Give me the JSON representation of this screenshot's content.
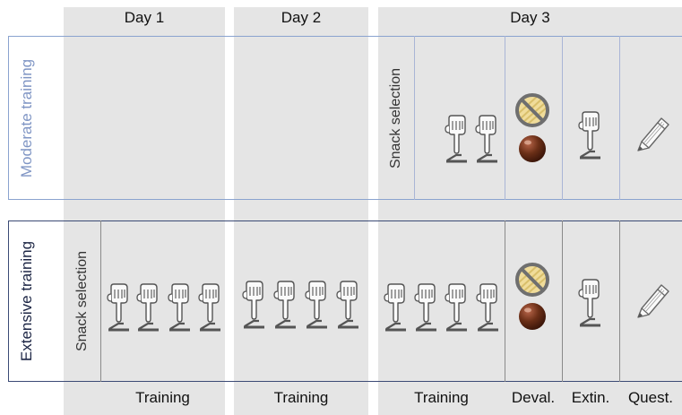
{
  "days": [
    "Day 1",
    "Day 2",
    "Day 3"
  ],
  "groups": {
    "moderate": "Moderate training",
    "extensive": "Extensive training"
  },
  "snack_selection": "Snack selection",
  "phases": {
    "training_day1": "Training",
    "training_day2": "Training",
    "training_day3": "Training",
    "deval": "Deval.",
    "extin": "Extin.",
    "quest": "Quest."
  },
  "colors": {
    "column_fill": "#e5e5e5",
    "moderate_border": "#8aa3cf",
    "moderate_text": "#7f95c4",
    "extensive_border": "#3b4a75",
    "extensive_text": "#1c2544",
    "divider": "#a9b5d6",
    "chocolate": "#6b2f17"
  },
  "icons": {
    "press": "hand-pressing-lever-icon",
    "deval": "no-food-icon",
    "reward": "chocolate-ball-icon",
    "questionnaire": "pencil-icon"
  }
}
